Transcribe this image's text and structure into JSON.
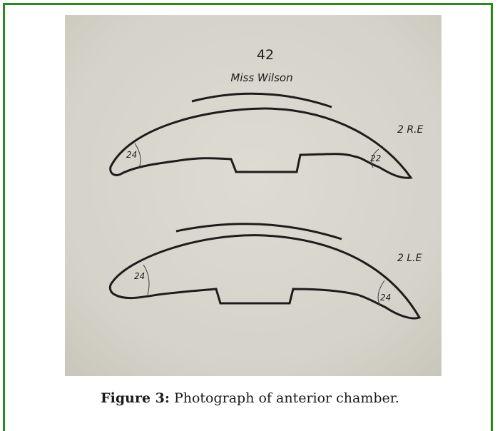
{
  "figure": {
    "photo": {
      "case_number": "42",
      "patient_name": "Miss Wilson",
      "upper_tracing": {
        "label": "2 R.E",
        "left_angle": "24",
        "right_angle": "22"
      },
      "lower_tracing": {
        "label": "2 L.E",
        "left_angle": "24",
        "right_angle": "24"
      }
    },
    "caption": {
      "label": "Figure 3:",
      "text": " Photograph of anterior chamber."
    }
  },
  "colors": {
    "border": "#2a8a1f",
    "photo_background": "#d8d6cc",
    "ink": "#1c1c1c"
  }
}
